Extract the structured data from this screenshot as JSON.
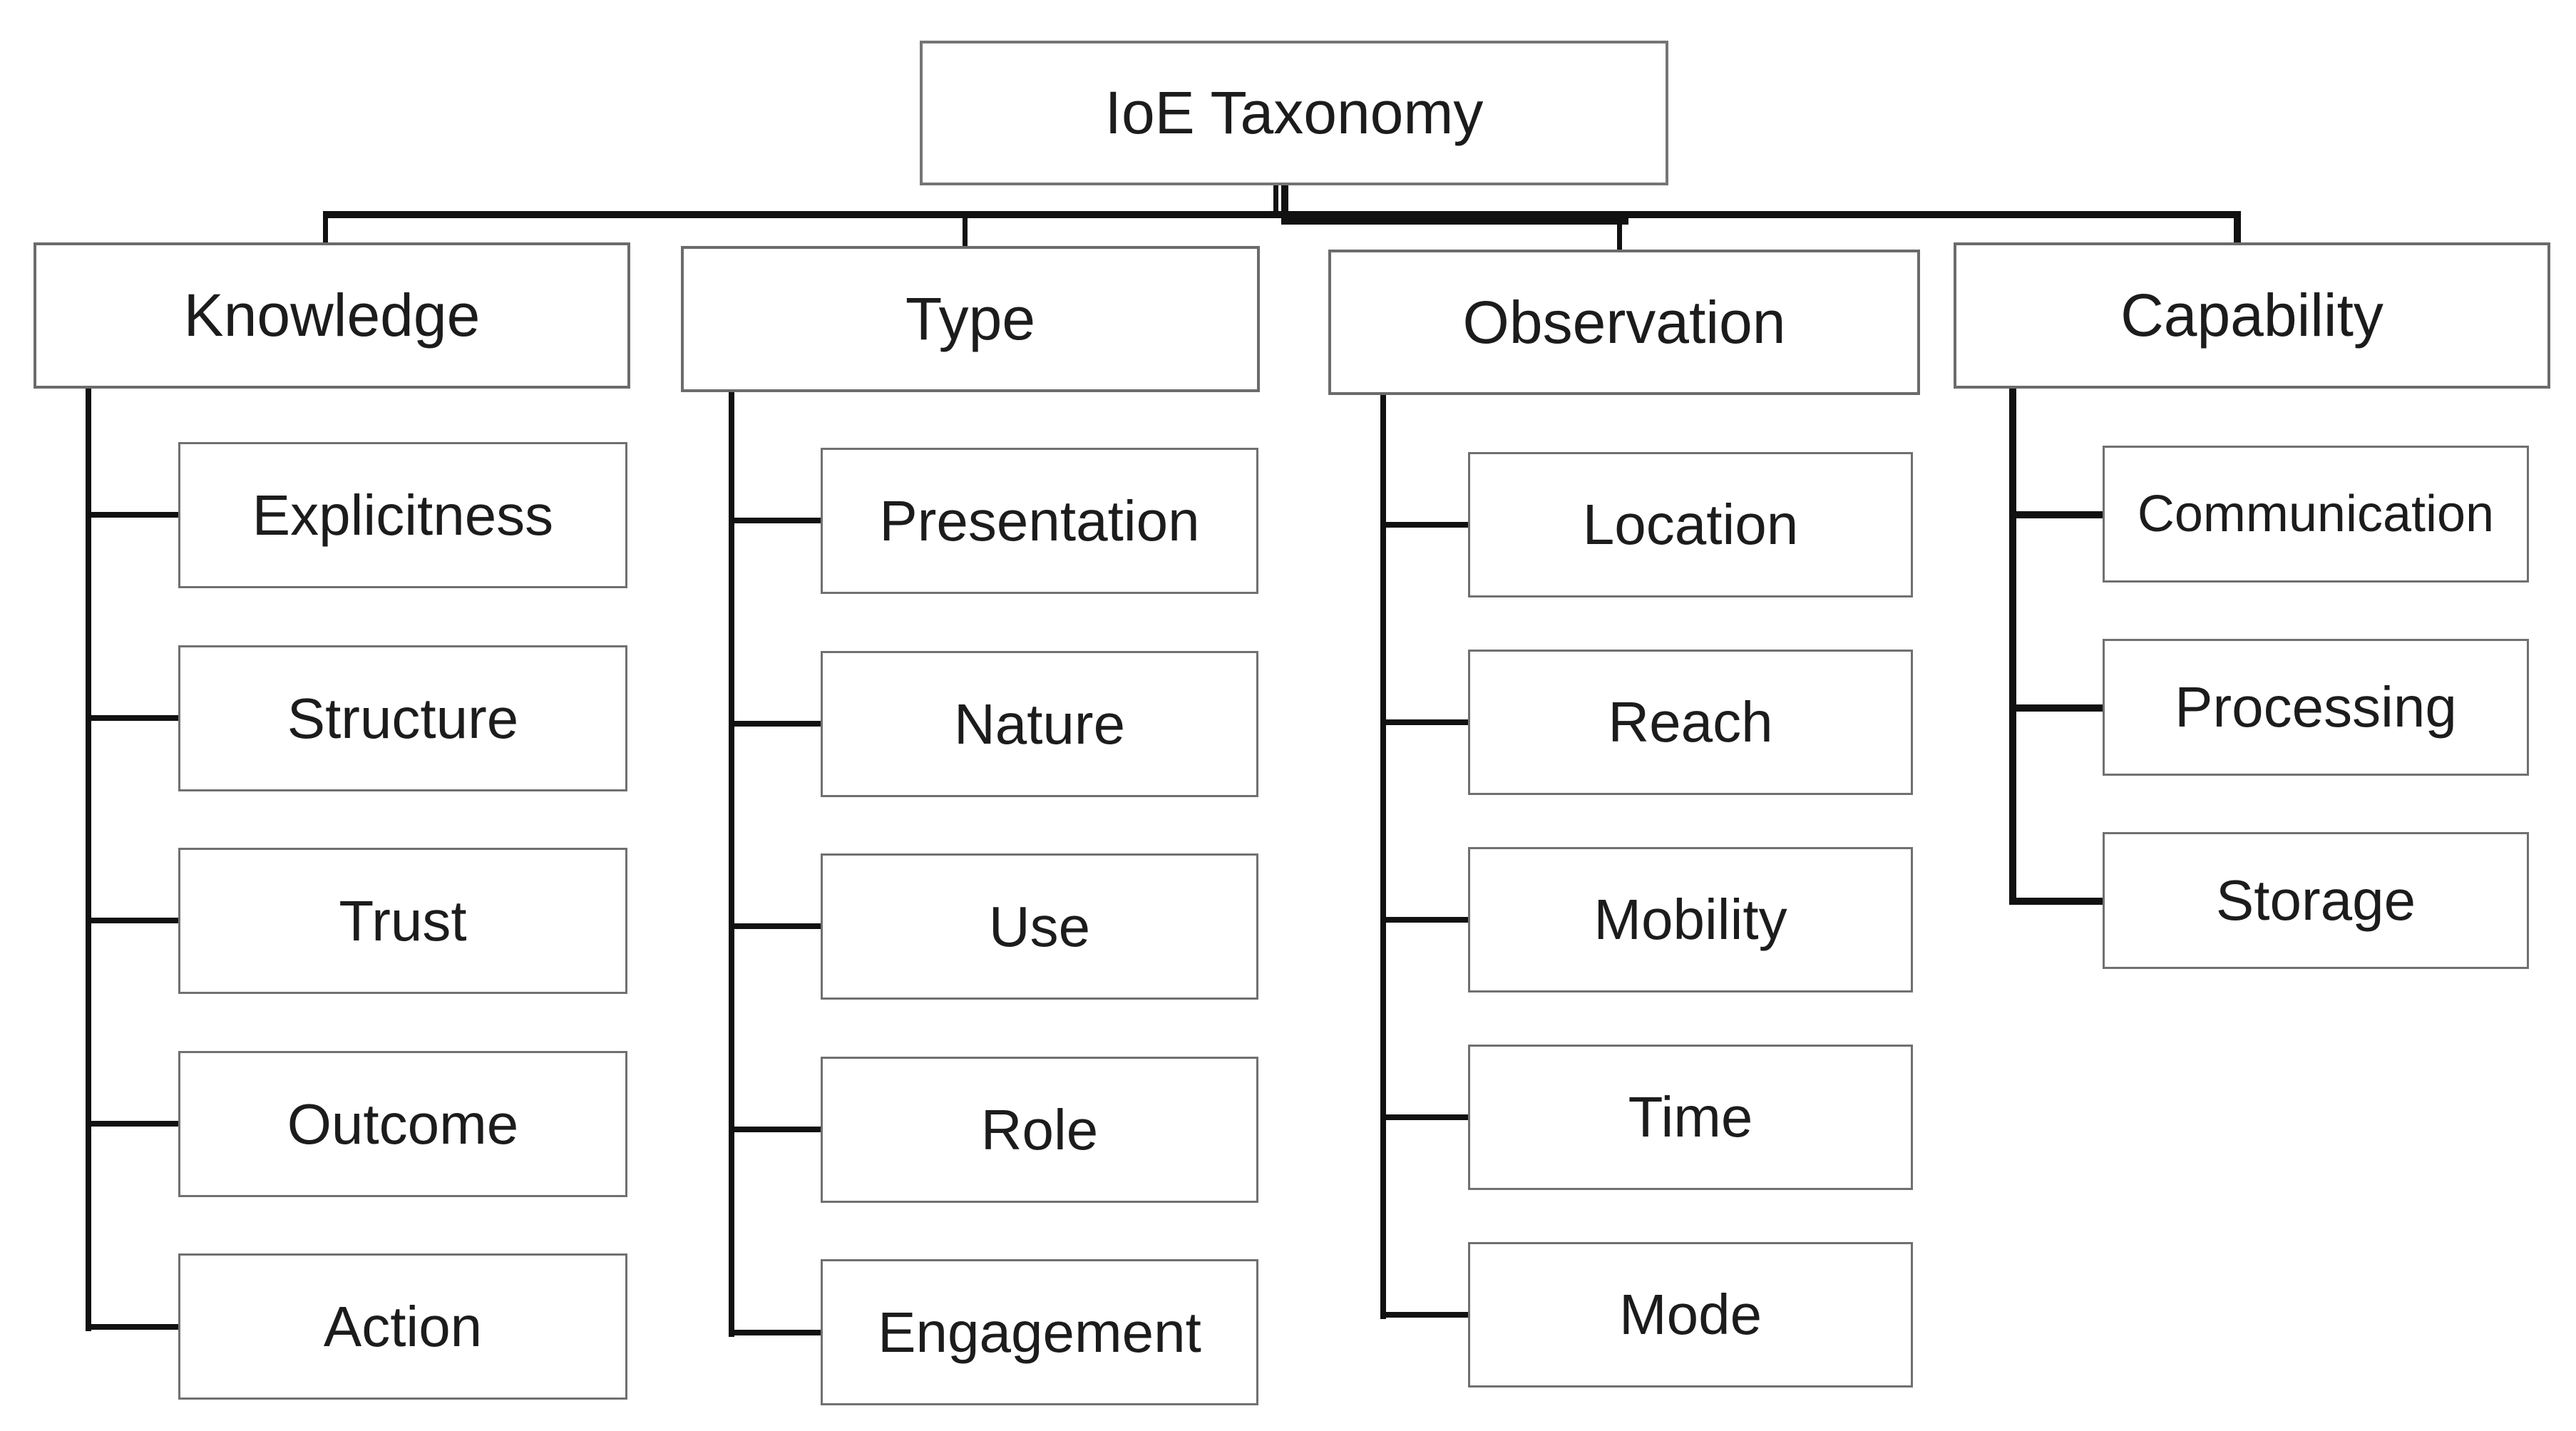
{
  "diagram": {
    "root": {
      "label": "IoE Taxonomy"
    },
    "branches": [
      {
        "label": "Knowledge",
        "children": [
          {
            "label": "Explicitness"
          },
          {
            "label": "Structure"
          },
          {
            "label": "Trust"
          },
          {
            "label": "Outcome"
          },
          {
            "label": "Action"
          }
        ]
      },
      {
        "label": "Type",
        "children": [
          {
            "label": "Presentation"
          },
          {
            "label": "Nature"
          },
          {
            "label": "Use"
          },
          {
            "label": "Role"
          },
          {
            "label": "Engagement"
          }
        ]
      },
      {
        "label": "Observation",
        "children": [
          {
            "label": "Location"
          },
          {
            "label": "Reach"
          },
          {
            "label": "Mobility"
          },
          {
            "label": "Time"
          },
          {
            "label": "Mode"
          }
        ]
      },
      {
        "label": "Capability",
        "children": [
          {
            "label": "Communication"
          },
          {
            "label": "Processing"
          },
          {
            "label": "Storage"
          }
        ]
      }
    ],
    "colors": {
      "connector_line": "#111111",
      "box_border": "#6b6b6b",
      "box_fill": "#ffffff",
      "text": "#1c1c1c",
      "background": "#ffffff"
    }
  }
}
